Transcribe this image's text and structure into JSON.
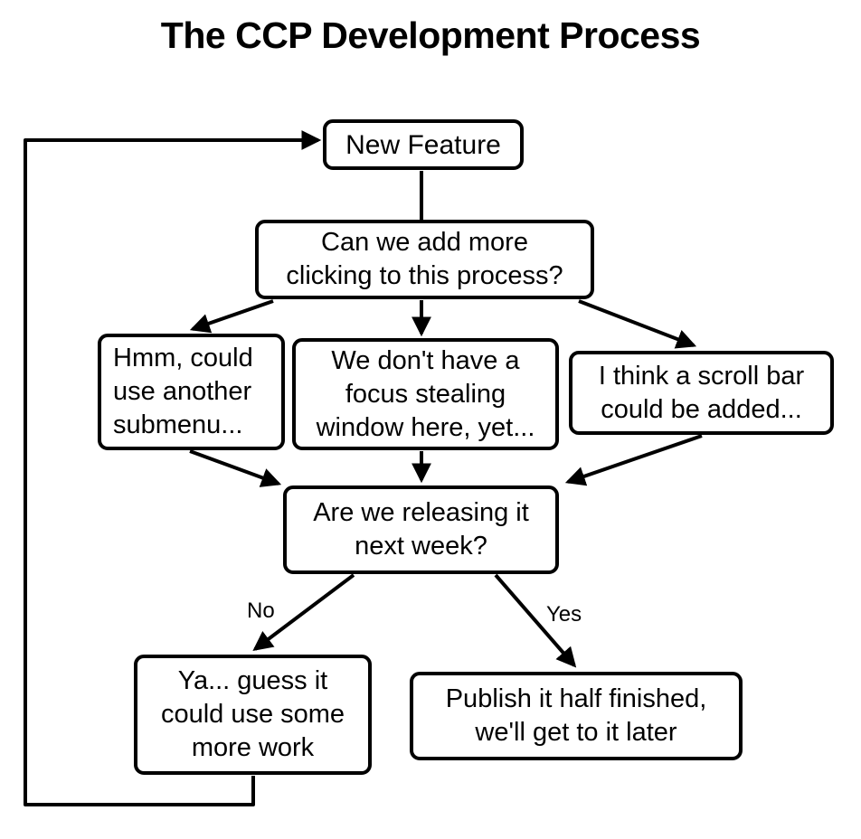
{
  "title": "The CCP Development Process",
  "colors": {
    "ink": "#000000",
    "background": "#ffffff",
    "node_fill": "#ffffff"
  },
  "diagram": {
    "nodes": [
      {
        "id": "new-feature",
        "label": [
          "New Feature"
        ]
      },
      {
        "id": "add-clicking",
        "label": [
          "Can we add more",
          "clicking to this process?"
        ]
      },
      {
        "id": "submenu",
        "label": [
          "Hmm, could",
          "use another",
          "submenu..."
        ]
      },
      {
        "id": "focus-stealing",
        "label": [
          "We don't have a",
          "focus stealing",
          "window here, yet..."
        ]
      },
      {
        "id": "scroll-bar",
        "label": [
          "I think a scroll bar",
          "could be added..."
        ]
      },
      {
        "id": "releasing",
        "label": [
          "Are we releasing it",
          "next week?"
        ]
      },
      {
        "id": "more-work",
        "label": [
          "Ya... guess it",
          "could use some",
          "more work"
        ]
      },
      {
        "id": "publish",
        "label": [
          "Publish it half finished,",
          "we'll get to it later"
        ]
      }
    ],
    "edge_labels": {
      "no": "No",
      "yes": "Yes"
    }
  }
}
